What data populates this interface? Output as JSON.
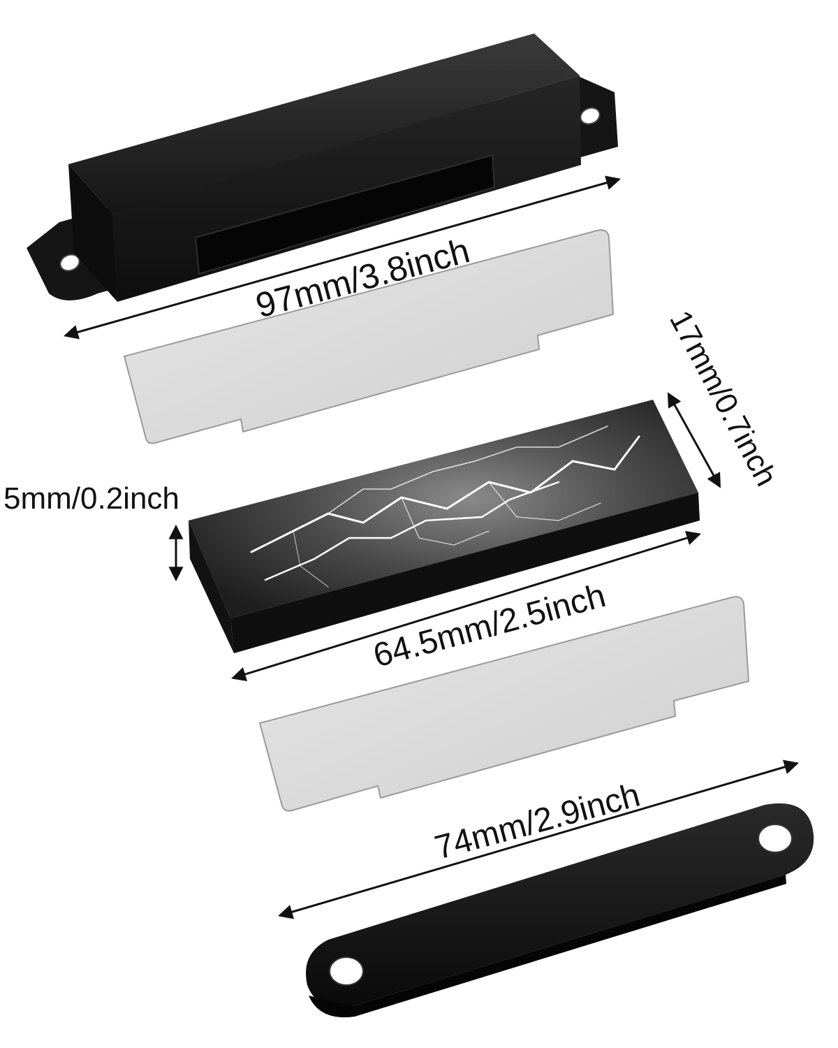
{
  "dimensions": {
    "housing_length": "97mm/3.8inch",
    "magnet_width": "17mm/0.7inch",
    "magnet_thickness": "5mm/0.2inch",
    "magnet_length": "64.5mm/2.5inch",
    "strike_plate_length": "74mm/2.9inch"
  },
  "parts": [
    "magnetic-catch-housing",
    "steel-plate-top",
    "magnet-bar",
    "steel-plate-bottom",
    "strike-plate"
  ],
  "colors": {
    "housing": "#1b1b1b",
    "steel_plate": "#d9d9d9",
    "magnet_face": "#4a4a4a",
    "strike_plate": "#141414",
    "arrow": "#111111"
  }
}
